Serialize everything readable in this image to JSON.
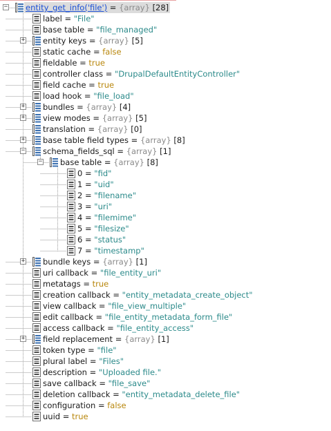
{
  "root": {
    "name": "entity_get_info('file')",
    "type": "{array}",
    "count": "[28]"
  },
  "items": [
    {
      "key": "label",
      "kind": "str",
      "value": "\"File\""
    },
    {
      "key": "base table",
      "kind": "str",
      "value": "\"file_managed\""
    },
    {
      "key": "entity keys",
      "kind": "arr",
      "value": "{array}",
      "count": "[5]",
      "expandable": true
    },
    {
      "key": "static cache",
      "kind": "bool",
      "value": "false"
    },
    {
      "key": "fieldable",
      "kind": "bool",
      "value": "true"
    },
    {
      "key": "controller class",
      "kind": "str",
      "value": "\"DrupalDefaultEntityController\""
    },
    {
      "key": "field cache",
      "kind": "bool",
      "value": "true"
    },
    {
      "key": "load hook",
      "kind": "str",
      "value": "\"file_load\""
    },
    {
      "key": "bundles",
      "kind": "arr",
      "value": "{array}",
      "count": "[4]",
      "expandable": true
    },
    {
      "key": "view modes",
      "kind": "arr",
      "value": "{array}",
      "count": "[5]",
      "expandable": true
    },
    {
      "key": "translation",
      "kind": "arr",
      "value": "{array}",
      "count": "[0]"
    },
    {
      "key": "base table field types",
      "kind": "arr",
      "value": "{array}",
      "count": "[8]",
      "expandable": true
    },
    {
      "key": "schema_fields_sql",
      "kind": "arr",
      "value": "{array}",
      "count": "[1]",
      "expanded": true,
      "children": [
        {
          "key": "base table",
          "kind": "arr",
          "value": "{array}",
          "count": "[8]",
          "expanded": true,
          "children": [
            {
              "key": "0",
              "kind": "str",
              "value": "\"fid\""
            },
            {
              "key": "1",
              "kind": "str",
              "value": "\"uid\""
            },
            {
              "key": "2",
              "kind": "str",
              "value": "\"filename\""
            },
            {
              "key": "3",
              "kind": "str",
              "value": "\"uri\""
            },
            {
              "key": "4",
              "kind": "str",
              "value": "\"filemime\""
            },
            {
              "key": "5",
              "kind": "str",
              "value": "\"filesize\""
            },
            {
              "key": "6",
              "kind": "str",
              "value": "\"status\""
            },
            {
              "key": "7",
              "kind": "str",
              "value": "\"timestamp\""
            }
          ]
        }
      ]
    },
    {
      "key": "bundle keys",
      "kind": "arr",
      "value": "{array}",
      "count": "[1]",
      "expandable": true
    },
    {
      "key": "uri callback",
      "kind": "str",
      "value": "\"file_entity_uri\""
    },
    {
      "key": "metatags",
      "kind": "bool",
      "value": "true"
    },
    {
      "key": "creation callback",
      "kind": "str",
      "value": "\"entity_metadata_create_object\""
    },
    {
      "key": "view callback",
      "kind": "str",
      "value": "\"file_view_multiple\""
    },
    {
      "key": "edit callback",
      "kind": "str",
      "value": "\"file_entity_metadata_form_file\""
    },
    {
      "key": "access callback",
      "kind": "str",
      "value": "\"file_entity_access\""
    },
    {
      "key": "field replacement",
      "kind": "arr",
      "value": "{array}",
      "count": "[1]",
      "expandable": true
    },
    {
      "key": "token type",
      "kind": "str",
      "value": "\"file\""
    },
    {
      "key": "plural label",
      "kind": "str",
      "value": "\"Files\""
    },
    {
      "key": "description",
      "kind": "str",
      "value": "\"Uploaded file.\""
    },
    {
      "key": "save callback",
      "kind": "str",
      "value": "\"file_save\""
    },
    {
      "key": "deletion callback",
      "kind": "str",
      "value": "\"entity_metadata_delete_file\""
    },
    {
      "key": "configuration",
      "kind": "bool",
      "value": "false"
    },
    {
      "key": "uuid",
      "kind": "bool",
      "value": "true"
    }
  ],
  "colors": {
    "string": "#2b8a8a",
    "array_type": "#8a8a8a",
    "boolean": "#b8860b",
    "root_link": "#1a4fd6",
    "selection": "#dcdcdc"
  },
  "icons": {
    "scalar": "variable-scalar-icon",
    "array": "variable-array-icon",
    "expand": "expand-plus-icon",
    "collapse": "collapse-minus-icon"
  }
}
